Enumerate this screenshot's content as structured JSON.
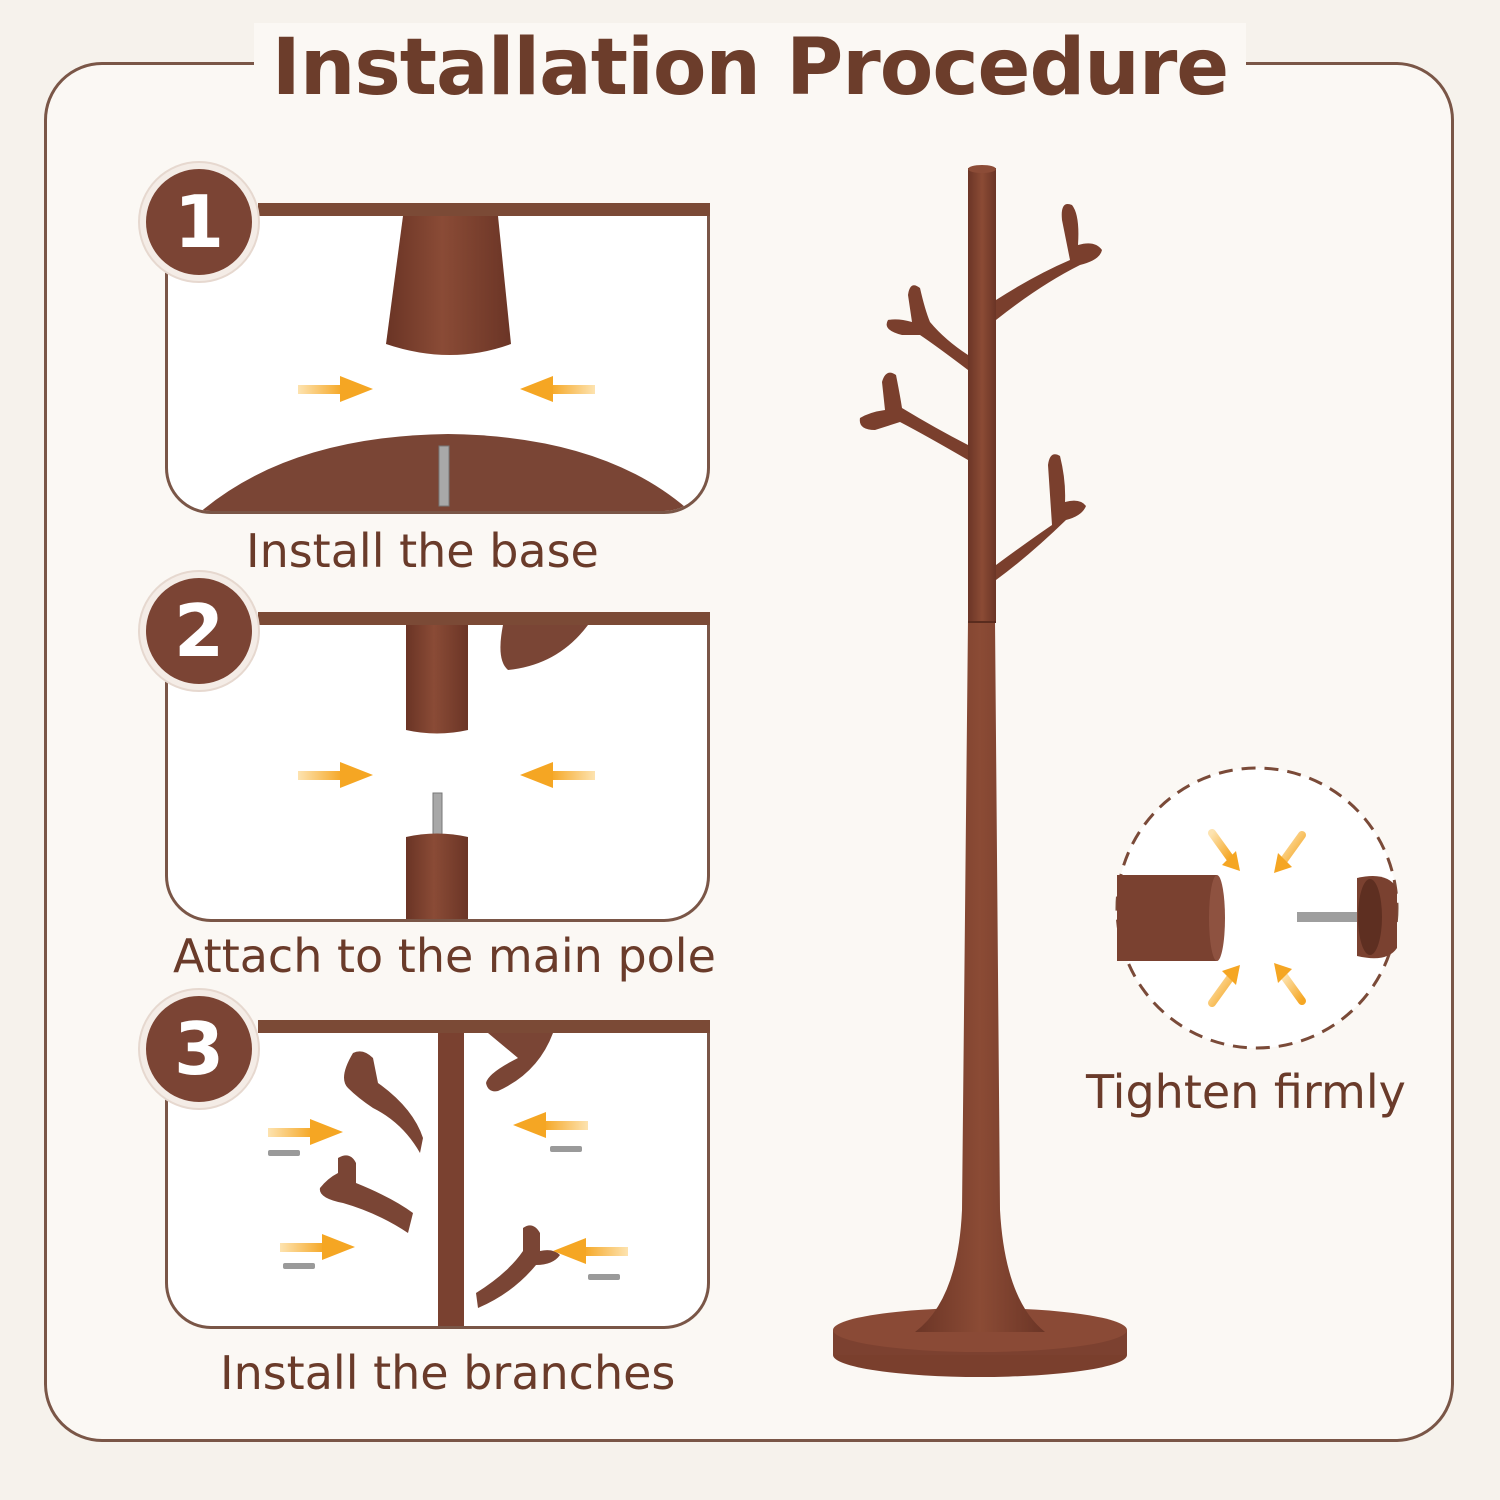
{
  "title": "Installation Procedure",
  "steps": [
    {
      "number": "1",
      "caption": "Install the base"
    },
    {
      "number": "2",
      "caption": "Attach to the main pole"
    },
    {
      "number": "3",
      "caption": "Install the branches"
    }
  ],
  "detail": {
    "caption": "Tighten firmly"
  },
  "colors": {
    "wood": "#7b4130",
    "accent_brown": "#7b4a36",
    "arrow": "#f5a623",
    "background": "#f6f2ec"
  }
}
